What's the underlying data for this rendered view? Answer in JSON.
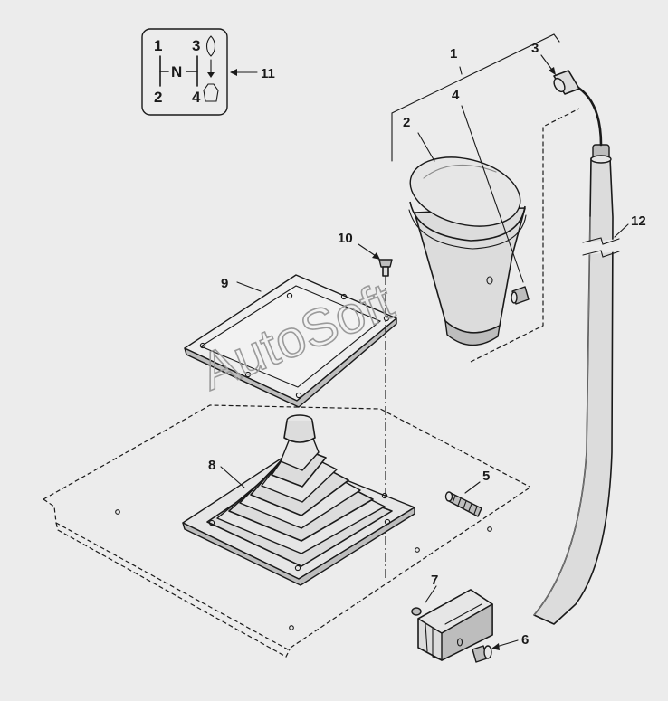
{
  "callouts": [
    {
      "id": "1",
      "text": "1"
    },
    {
      "id": "2",
      "text": "2"
    },
    {
      "id": "3",
      "text": "3"
    },
    {
      "id": "4",
      "text": "4"
    },
    {
      "id": "5",
      "text": "5"
    },
    {
      "id": "6",
      "text": "6"
    },
    {
      "id": "7",
      "text": "7"
    },
    {
      "id": "8",
      "text": "8"
    },
    {
      "id": "9",
      "text": "9"
    },
    {
      "id": "10",
      "text": "10"
    },
    {
      "id": "11",
      "text": "11"
    },
    {
      "id": "12",
      "text": "12"
    }
  ],
  "shift_pattern": {
    "gear_1": "1",
    "gear_2": "2",
    "gear_3": "3",
    "gear_4": "4",
    "neutral": "N"
  },
  "watermark": "AutoSoft"
}
